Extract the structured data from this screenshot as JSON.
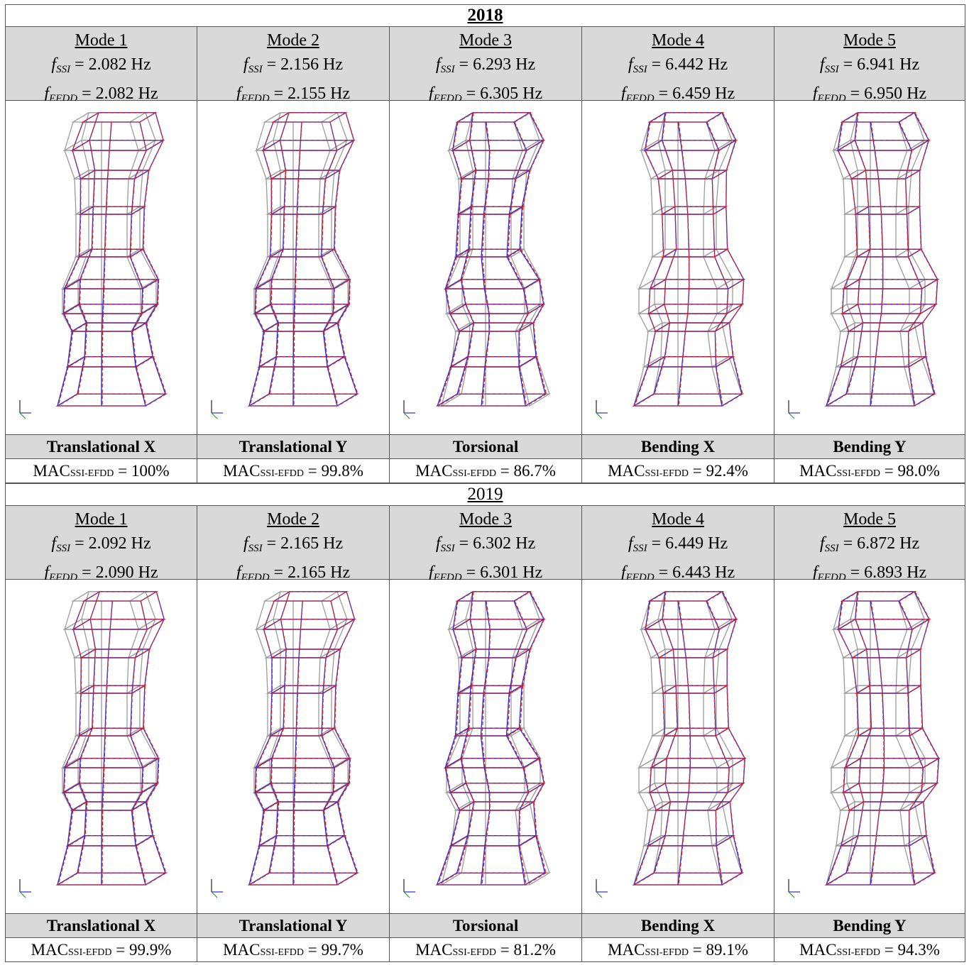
{
  "blocks": [
    {
      "year": "2018",
      "modes": [
        {
          "mode": "Mode 1",
          "f_ssi": "2.082 Hz",
          "f_efdd": "2.082 Hz",
          "type": "Translational X",
          "mac": "100%"
        },
        {
          "mode": "Mode 2",
          "f_ssi": "2.156 Hz",
          "f_efdd": "2.155 Hz",
          "type": "Translational Y",
          "mac": "99.8%"
        },
        {
          "mode": "Mode 3",
          "f_ssi": "6.293 Hz",
          "f_efdd": "6.305 Hz",
          "type": "Torsional",
          "mac": "86.7%"
        },
        {
          "mode": "Mode 4",
          "f_ssi": "6.442 Hz",
          "f_efdd": "6.459 Hz",
          "type": "Bending X",
          "mac": "92.4%"
        },
        {
          "mode": "Mode 5",
          "f_ssi": "6.941 Hz",
          "f_efdd": "6.950 Hz",
          "type": "Bending Y",
          "mac": "98.0%"
        }
      ]
    },
    {
      "year": "2019",
      "modes": [
        {
          "mode": "Mode 1",
          "f_ssi": "2.092 Hz",
          "f_efdd": "2.090 Hz",
          "type": "Translational X",
          "mac": "99.9%"
        },
        {
          "mode": "Mode 2",
          "f_ssi": "2.165 Hz",
          "f_efdd": "2.165 Hz",
          "type": "Translational Y",
          "mac": "99.7%"
        },
        {
          "mode": "Mode 3",
          "f_ssi": "6.302 Hz",
          "f_efdd": "6.301 Hz",
          "type": "Torsional",
          "mac": "81.2%"
        },
        {
          "mode": "Mode 4",
          "f_ssi": "6.449 Hz",
          "f_efdd": "6.443 Hz",
          "type": "Bending X",
          "mac": "89.1%"
        },
        {
          "mode": "Mode 5",
          "f_ssi": "6.872 Hz",
          "f_efdd": "6.893 Hz",
          "type": "Bending Y",
          "mac": "94.3%"
        }
      ]
    }
  ],
  "labels": {
    "f_ssi_symbol": "f",
    "f_ssi_sub": "SSI",
    "f_efdd_symbol": "f",
    "f_efdd_sub": "EFDD",
    "mac_prefix": "MAC",
    "mac_sub": "SSI-EFDD",
    "equals": " = "
  },
  "colors": {
    "header_bg": "#d9d9d9",
    "undeformed": "#9a9a9a",
    "ssi_shape": "#2b2bd6",
    "efdd_shape": "#e02424"
  },
  "icons": [
    "axis-triad-icon"
  ]
}
